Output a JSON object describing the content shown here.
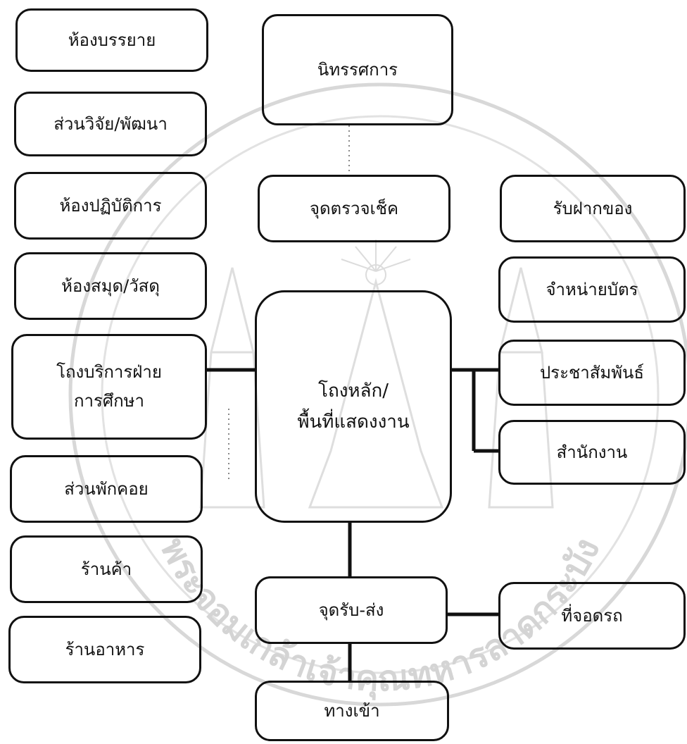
{
  "nodes": {
    "lecture": "ห้องบรรยาย",
    "exhibition": "นิทรรศการ",
    "research": "ส่วนวิจัย/พัฒนา",
    "lab": "ห้องปฏิบัติการ",
    "checkpoint": "จุดตรวจเช็ค",
    "deposit": "รับฝากของ",
    "library": "ห้องสมุด/วัสดุ",
    "tickets": "จำหน่ายบัตร",
    "education_hall": "โถงบริการฝ่าย\nการศึกษา",
    "main_hall": "โถงหลัก/\nพื้นที่แสดงงาน",
    "pr": "ประชาสัมพันธ์",
    "office": "สำนักงาน",
    "lounge": "ส่วนพักคอย",
    "shop": "ร้านค้า",
    "dropoff": "จุดรับ-ส่ง",
    "parking": "ที่จอดรถ",
    "restaurant": "ร้านอาหาร",
    "entrance": "ทางเข้า"
  },
  "watermark": {
    "text": "พระจอมเกล้าเจ้าคุณทหารลาดกระบัง",
    "color": "#d4d4d4"
  },
  "colors": {
    "line": "#111111",
    "box_border": "#111111"
  }
}
